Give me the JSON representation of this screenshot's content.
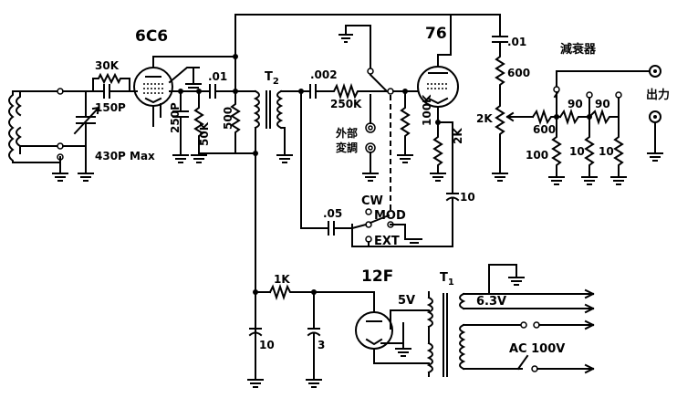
{
  "tubes": {
    "oscillator": "6C6",
    "amplifier": "76",
    "rectifier": "12F"
  },
  "labels": {
    "r_30k": "30K",
    "c_150p": "150P",
    "c_430p": "430P Max",
    "c_250p": "250P",
    "r_50k": "50K",
    "c_01_a": ".01",
    "r_500": "500",
    "t2": "T",
    "t2_sub": "2",
    "c_002": ".002",
    "r_250k": "250K",
    "r_100k": "100K",
    "r_2k_76": "2K",
    "ext_mod_1": "外部",
    "ext_mod_2": "変調",
    "cw": "CW",
    "mod": "MOD",
    "ext": "EXT",
    "c_05": ".05",
    "c_10_a": "10",
    "c_01_b": ".01",
    "r_600_a": "600",
    "r_2k_att": "2K",
    "r_600_b": "600",
    "r_100": "100",
    "r_90_a": "90",
    "r_90_b": "90",
    "r_10_a": "10",
    "r_10_b": "10",
    "attenuator": "減衰器",
    "output": "出力",
    "r_1k": "1K",
    "c_10_b": "10",
    "c_3": "3",
    "t1": "T",
    "t1_sub": "1",
    "v5": "5V",
    "v63": "6.3V",
    "ac": "AC 100V"
  }
}
